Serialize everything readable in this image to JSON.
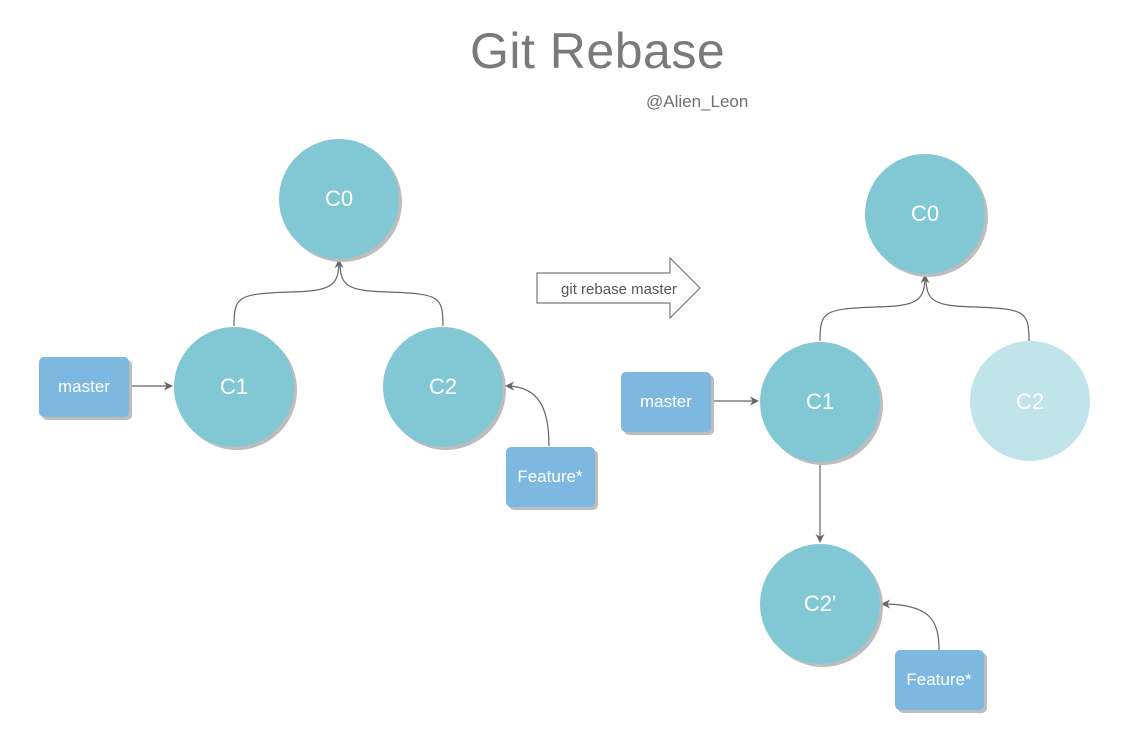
{
  "title": "Git Rebase",
  "author": "@Alien_Leon",
  "command": "git rebase master",
  "colors": {
    "commit": "#82c8d4",
    "commit_faded": "#c0e4ea",
    "branch": "#7db8e0",
    "shadow": "#bdbdbd",
    "arrow": "#666666"
  },
  "before": {
    "commits": [
      "C0",
      "C1",
      "C2"
    ],
    "branches": [
      "master",
      "Feature*"
    ]
  },
  "after": {
    "commits": [
      "C0",
      "C1",
      "C2",
      "C2'"
    ],
    "branches": [
      "master",
      "Feature*"
    ]
  }
}
